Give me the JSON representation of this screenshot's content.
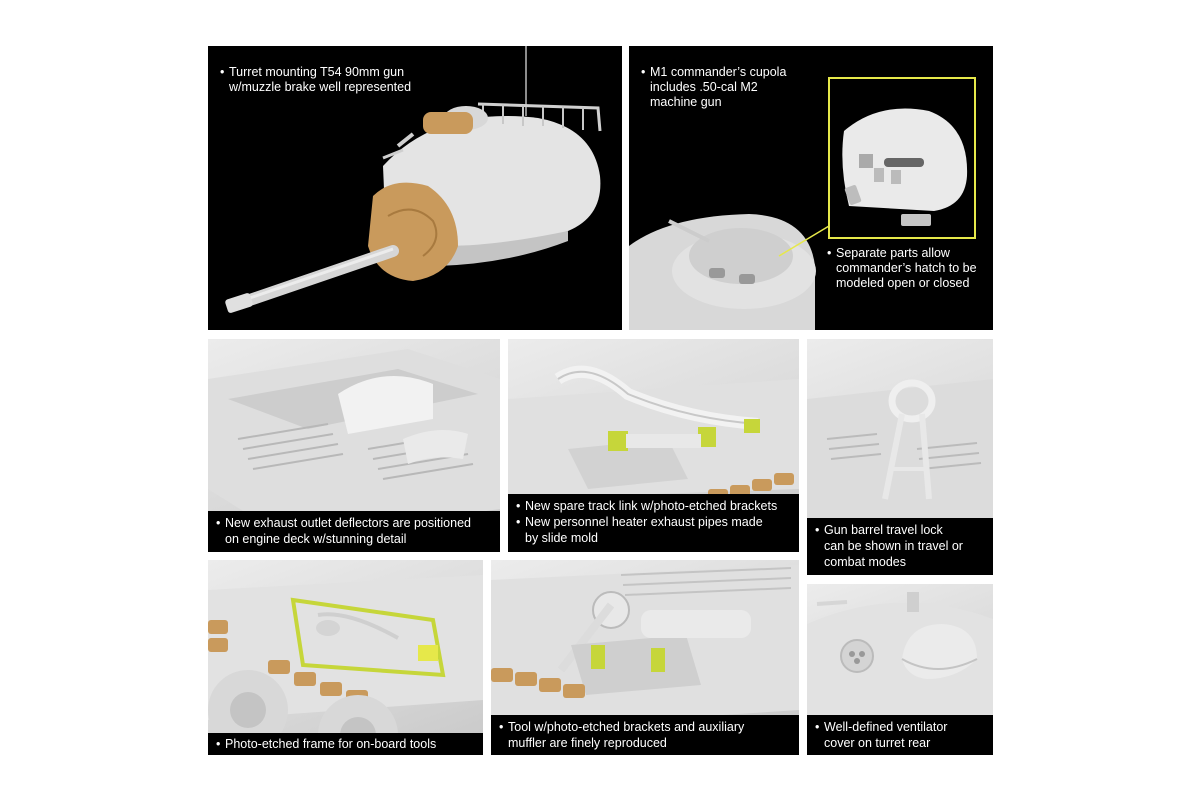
{
  "panels": {
    "turret": {
      "lines": [
        "Turret mounting T54 90mm gun",
        "w/muzzle brake well represented"
      ]
    },
    "cupola": {
      "lines": [
        "M1 commander’s cupola",
        "includes .50-cal M2",
        "machine gun"
      ],
      "inset_lines": [
        "Separate parts allow",
        "commander’s hatch to be",
        "modeled open or closed"
      ]
    },
    "exhaust": {
      "lines": [
        "New exhaust outlet deflectors are positioned",
        "on engine deck w/stunning detail"
      ]
    },
    "spare_track": {
      "lines": [
        "New spare track link w/photo-etched brackets",
        "New personnel heater exhaust pipes made",
        "by slide mold"
      ]
    },
    "travel_lock": {
      "lines": [
        "Gun barrel travel lock",
        "can be shown in travel or",
        "combat modes"
      ]
    },
    "tools_frame": {
      "lines": [
        "Photo-etched frame for on-board tools"
      ]
    },
    "muffler": {
      "lines": [
        "Tool w/photo-etched brackets and auxiliary",
        "muffler are finely reproduced"
      ]
    },
    "ventilator": {
      "lines": [
        "Well-defined ventilator",
        "cover on turret rear"
      ]
    }
  },
  "colors": {
    "highlight": "#e6e84a",
    "pe_green": "#c6d63a",
    "resin": "#c99a5c",
    "plastic": "#dcdcdc"
  }
}
